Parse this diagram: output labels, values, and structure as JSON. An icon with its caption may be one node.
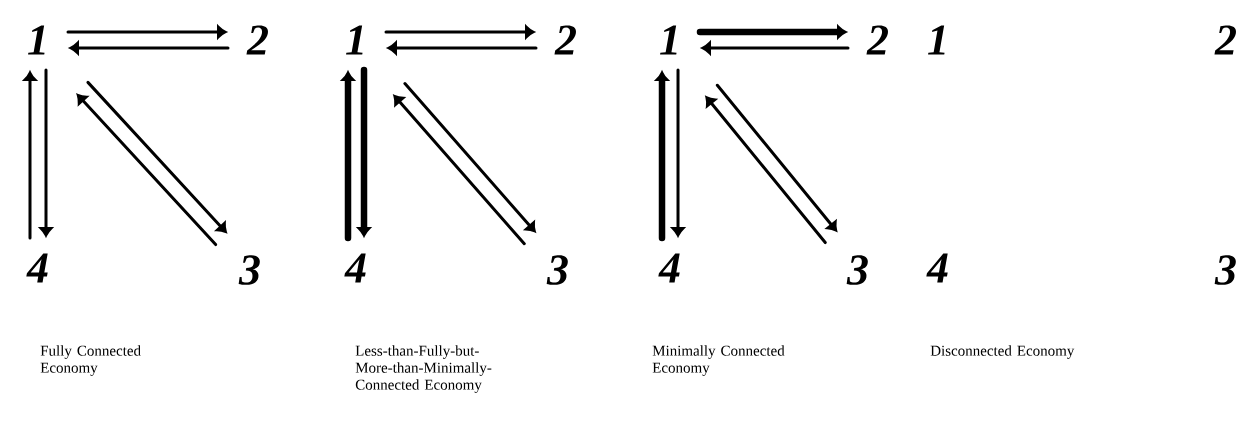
{
  "diagram": {
    "nodes": [
      {
        "text": [
          "1"
        ]
      },
      {
        "text": [
          "2"
        ]
      },
      {
        "text": [
          "4"
        ]
      },
      {
        "text": [
          "3"
        ]
      },
      {
        "text": [
          "1"
        ]
      },
      {
        "text": [
          "2"
        ]
      },
      {
        "text": [
          "4"
        ]
      },
      {
        "text": [
          "3"
        ]
      },
      {
        "text": [
          "1"
        ]
      },
      {
        "text": [
          "2"
        ]
      },
      {
        "text": [
          "4"
        ]
      },
      {
        "text": [
          "3"
        ]
      },
      {
        "text": [
          "1"
        ]
      },
      {
        "text": [
          "2"
        ]
      },
      {
        "text": [
          "4"
        ]
      },
      {
        "text": [
          "3"
        ]
      }
    ],
    "edges": [
      {
        "from": 0,
        "to": 1,
        "arrow": "to"
      },
      {
        "from": 1,
        "to": 0,
        "arrow": "to"
      },
      {
        "from": 2,
        "to": 0,
        "arrow": "to"
      },
      {
        "from": 0,
        "to": 2,
        "arrow": "to"
      },
      {
        "from": 3,
        "to": 0,
        "arrow": "to"
      },
      {
        "from": 0,
        "to": 3,
        "arrow": "to"
      },
      {
        "from": 4,
        "to": 5,
        "arrow": "to"
      },
      {
        "from": 5,
        "to": 4,
        "arrow": "to"
      },
      {
        "from": 6,
        "to": 4,
        "arrow": "to",
        "style": "thick"
      },
      {
        "from": 4,
        "to": 6,
        "arrow": "to",
        "style": "thick"
      },
      {
        "from": 7,
        "to": 4,
        "arrow": "to"
      },
      {
        "from": 4,
        "to": 7,
        "arrow": "to"
      },
      {
        "from": 8,
        "to": 9,
        "arrow": "to",
        "style": "thick"
      },
      {
        "from": 9,
        "to": 8,
        "arrow": "to"
      },
      {
        "from": 10,
        "to": 8,
        "arrow": "to",
        "style": "thick"
      },
      {
        "from": 8,
        "to": 10,
        "arrow": "to"
      },
      {
        "from": 11,
        "to": 8,
        "arrow": "to"
      },
      {
        "from": 8,
        "to": 11,
        "arrow": "to"
      }
    ],
    "labels": [
      "Fully Connected Economy",
      "Less-than-Fully-but-More-than-Minimally-Connected Economy",
      "Minimally Connected Economy",
      "Disconnected Economy"
    ]
  }
}
